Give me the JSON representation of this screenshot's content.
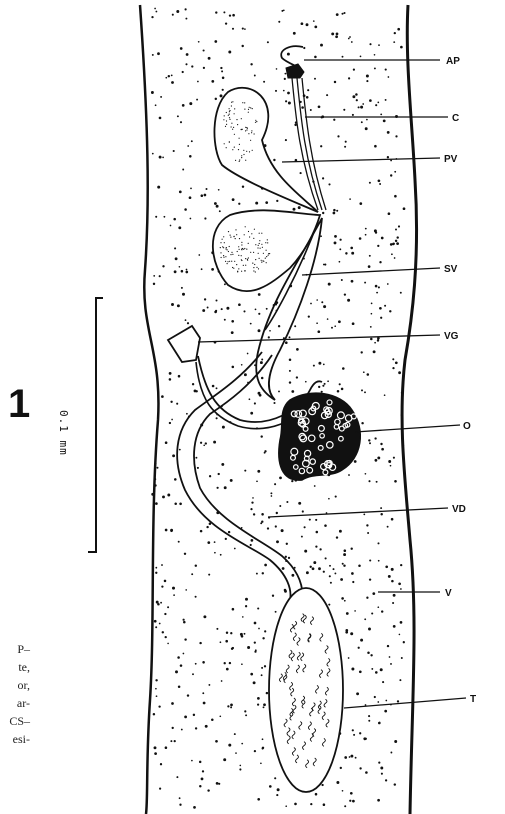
{
  "figure": {
    "number": "1",
    "scale_bar": {
      "label": "0.1 mm"
    },
    "labels": [
      {
        "id": "AP",
        "text": "AP"
      },
      {
        "id": "C",
        "text": "C"
      },
      {
        "id": "PV",
        "text": "PV"
      },
      {
        "id": "SV",
        "text": "SV"
      },
      {
        "id": "VG",
        "text": "VG"
      },
      {
        "id": "O",
        "text": "O"
      },
      {
        "id": "VD",
        "text": "VD"
      },
      {
        "id": "V",
        "text": "V"
      },
      {
        "id": "T",
        "text": "T"
      }
    ],
    "caption_fragments": [
      "P–",
      "te,",
      "or,",
      "ar-",
      "CS–",
      "esi-"
    ]
  },
  "colors": {
    "ink": "#111111",
    "paper": "#ffffff"
  }
}
